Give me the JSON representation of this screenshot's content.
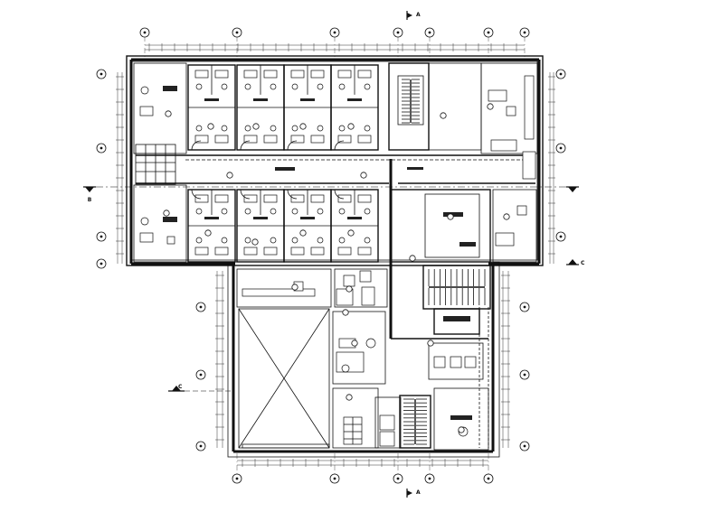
{
  "section_marks": [
    {
      "id": "top",
      "label": "A"
    },
    {
      "id": "bottom",
      "label": "A"
    },
    {
      "id": "left",
      "label": "B"
    },
    {
      "id": "right",
      "label": "C"
    },
    {
      "id": "left-lower",
      "label": "C"
    }
  ],
  "colors": {
    "ink": "#111111",
    "paper": "#ffffff"
  }
}
